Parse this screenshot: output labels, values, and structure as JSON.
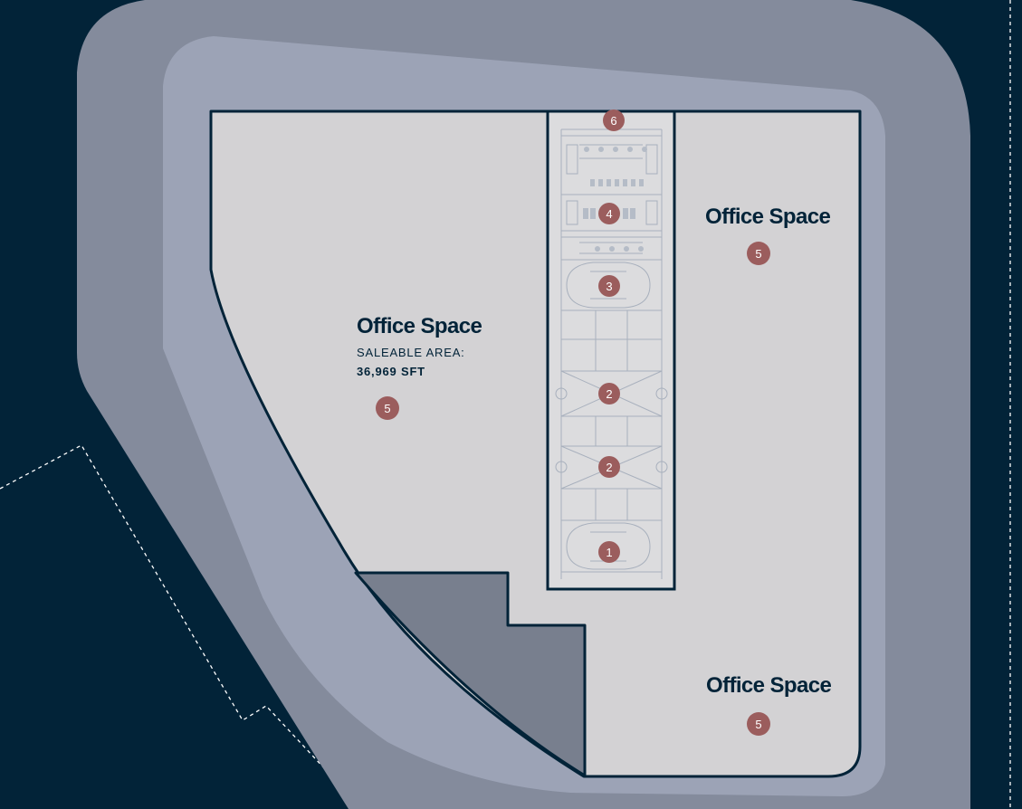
{
  "zones": [
    {
      "id": "west",
      "title": "Office Space",
      "area_label": "SALEABLE AREA:",
      "area_value": "36,969 SFT",
      "marker": "5"
    },
    {
      "id": "northeast",
      "title": "Office Space",
      "marker": "5"
    },
    {
      "id": "southeast",
      "title": "Office Space",
      "marker": "5"
    }
  ],
  "core_markers": [
    "6",
    "4",
    "3",
    "2",
    "2",
    "1"
  ],
  "colors": {
    "background": "#022338",
    "outer_ring": "#848b9c",
    "inner_ring": "#9ca3b6",
    "floor": "#d3d2d4",
    "void": "#787f8e",
    "outline": "#022338",
    "marker": "#9b5d5d",
    "core_fill": "#dcdcde"
  }
}
